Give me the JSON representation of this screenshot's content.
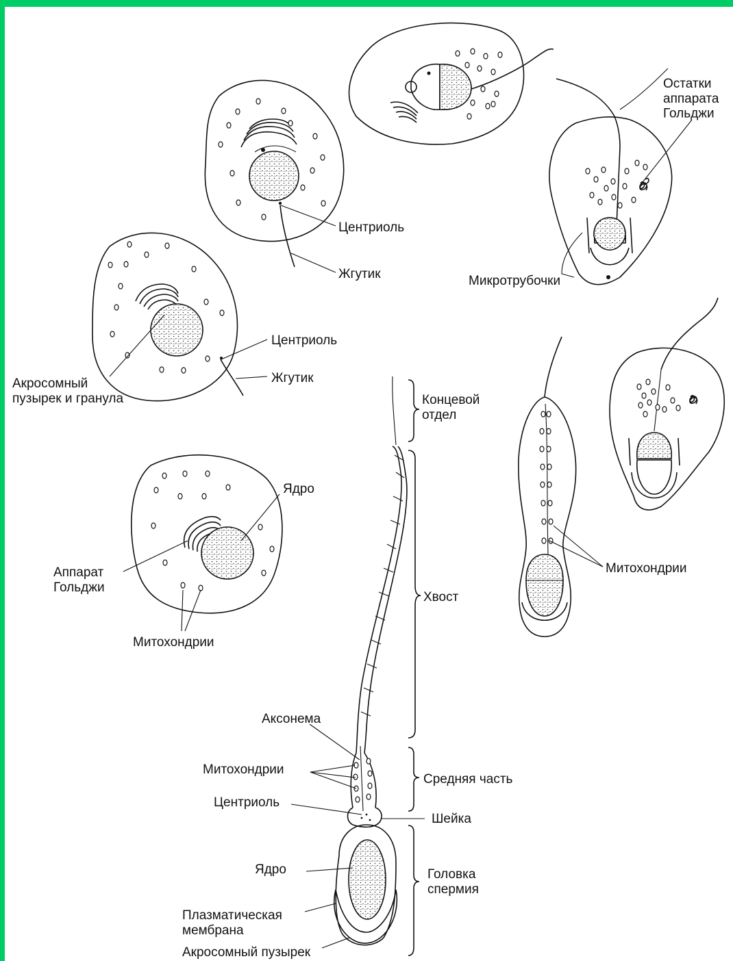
{
  "colors": {
    "frame": "#00cc66",
    "ink": "#111111"
  },
  "labels": {
    "golgi_remnants": "Остатки\nаппарата\nГольджи",
    "centriole_1": "Центриоль",
    "flagellum_1": "Жгутик",
    "microtubules": "Микротрубочки",
    "centriole_2": "Центриоль",
    "flagellum_2": "Жгутик",
    "acrosomal_vesicle_granule": "Акросомный\nпузырек и гранула",
    "end_piece": "Концевой\nотдел",
    "nucleus_1": "Ядро",
    "golgi_apparatus": "Аппарат\nГольджи",
    "mitochondria_1": "Митохондрии",
    "mitochondria_2": "Митохондрии",
    "tail": "Хвост",
    "axoneme": "Аксонема",
    "mitochondria_3": "Митохондрии",
    "midpiece": "Средняя часть",
    "centriole_3": "Центриоль",
    "neck": "Шейка",
    "nucleus_2": "Ядро",
    "sperm_head": "Головка\nспермия",
    "plasma_membrane": "Плазматическая\nмембрана",
    "acrosomal_vesicle": "Акросомный пузырек"
  }
}
